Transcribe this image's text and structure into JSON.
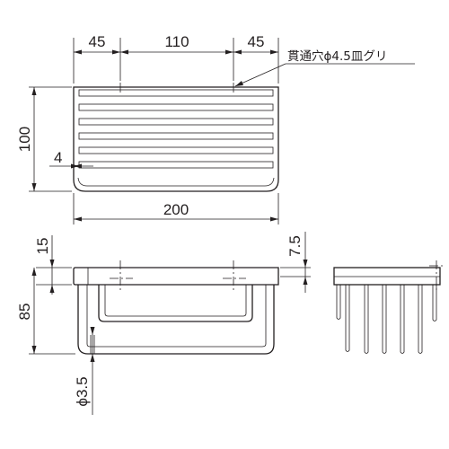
{
  "dimensions": {
    "top_left": "45",
    "top_mid": "110",
    "top_right": "45",
    "height_total": "100",
    "wire_offset": "4",
    "width_total": "200",
    "front_top": "15",
    "front_height": "85",
    "side_top": "7.5",
    "wire_diameter": "ϕ3.5"
  },
  "note": "貫通穴ϕ4.5皿グリ",
  "colors": {
    "line": "#231f20",
    "background": "#ffffff"
  }
}
